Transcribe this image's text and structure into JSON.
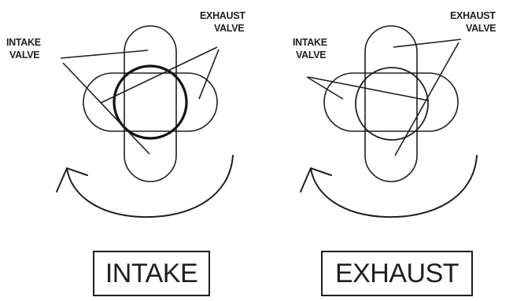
{
  "intake_panel": {
    "intake_valve_label": [
      "INTAKE",
      "VALVE"
    ],
    "exhaust_valve_label": [
      "EXHAUST",
      "VALVE"
    ],
    "stroke_label": "INTAKE"
  },
  "exhaust_panel": {
    "intake_valve_label": [
      "INTAKE",
      "VALVE"
    ],
    "exhaust_valve_label": [
      "EXHAUST",
      "VALVE"
    ],
    "stroke_label": "EXHAUST"
  }
}
